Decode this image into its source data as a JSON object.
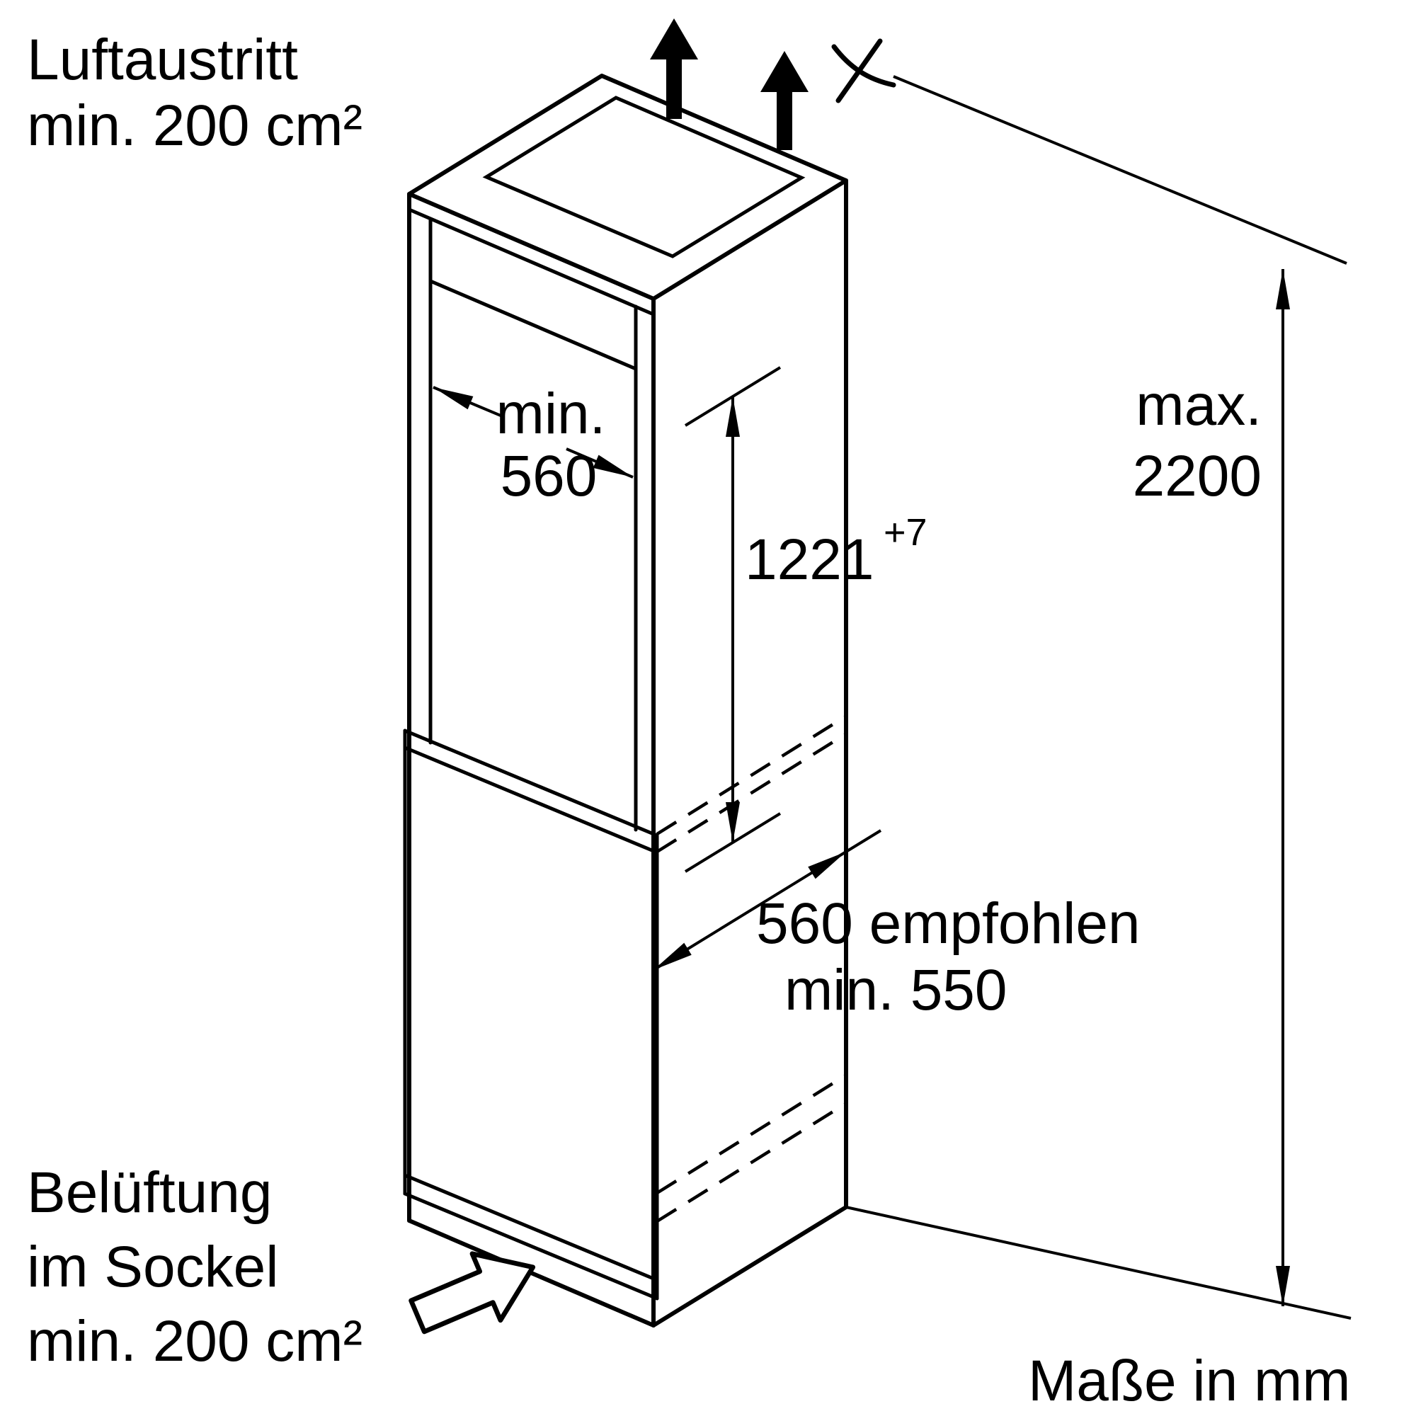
{
  "diagram_title": "built-in appliance niche installation drawing",
  "labels": {
    "air_outlet_line1": "Luftaustritt",
    "air_outlet_line2": "min. 200 cm²",
    "base_vent_line1": "Belüftung",
    "base_vent_line2": "im Sockel",
    "base_vent_line3": "min. 200 cm²",
    "units": "Maße in mm"
  },
  "dimensions": {
    "max_height": {
      "line1": "max.",
      "line2": "2200"
    },
    "niche_width": {
      "line1": "min.",
      "line2": "560"
    },
    "niche_height": {
      "value": "1221",
      "tolerance": "+7"
    },
    "depth": {
      "line1": "560 empfohlen",
      "line2": "min. 550"
    }
  },
  "icons": {
    "air_out_arrow_1": "bold-up-arrow",
    "air_out_arrow_2": "bold-up-arrow",
    "power_cord": "cord-cut-symbol",
    "base_air_inlet": "hollow-block-arrow"
  },
  "colors": {
    "line": "#000000",
    "background": "#ffffff"
  }
}
